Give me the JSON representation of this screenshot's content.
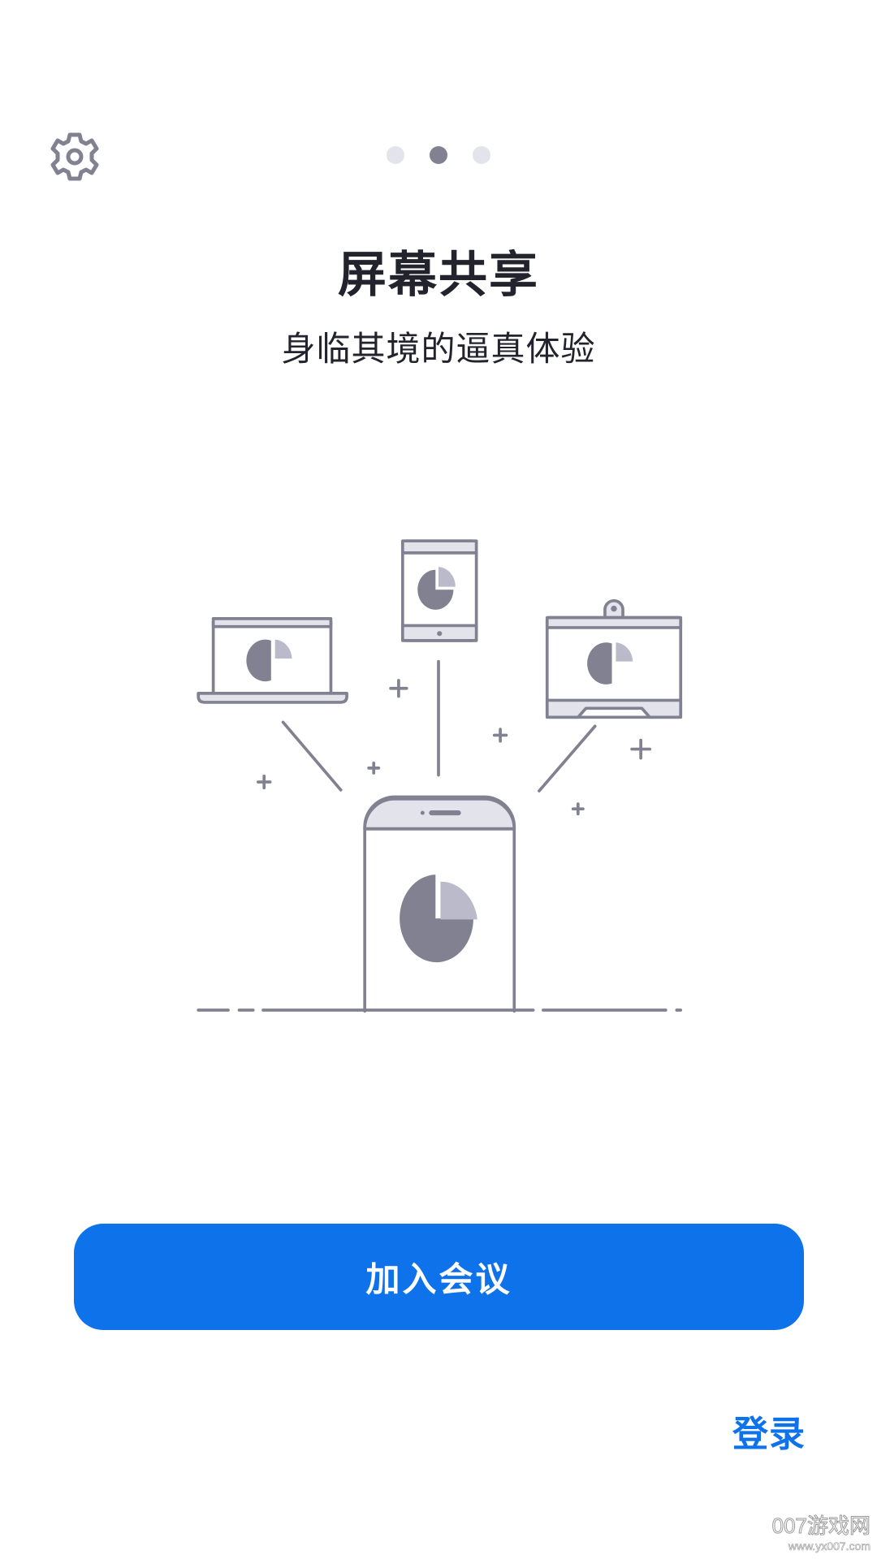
{
  "header": {
    "settings_icon": "gear-icon",
    "pager": {
      "count": 3,
      "active_index": 1
    }
  },
  "slide": {
    "title": "屏幕共享",
    "subtitle": "身临其境的逼真体验",
    "illustration": "devices-screen-sharing-illustration"
  },
  "actions": {
    "join_meeting_label": "加入会议",
    "login_label": "登录"
  },
  "watermark": {
    "line1": "007游戏网",
    "line2": "www.yx007.com"
  },
  "colors": {
    "primary": "#0e72ea",
    "text": "#23232e",
    "icon_gray": "#818192",
    "light_gray": "#e3e3eb",
    "pie_light": "#babacb"
  }
}
